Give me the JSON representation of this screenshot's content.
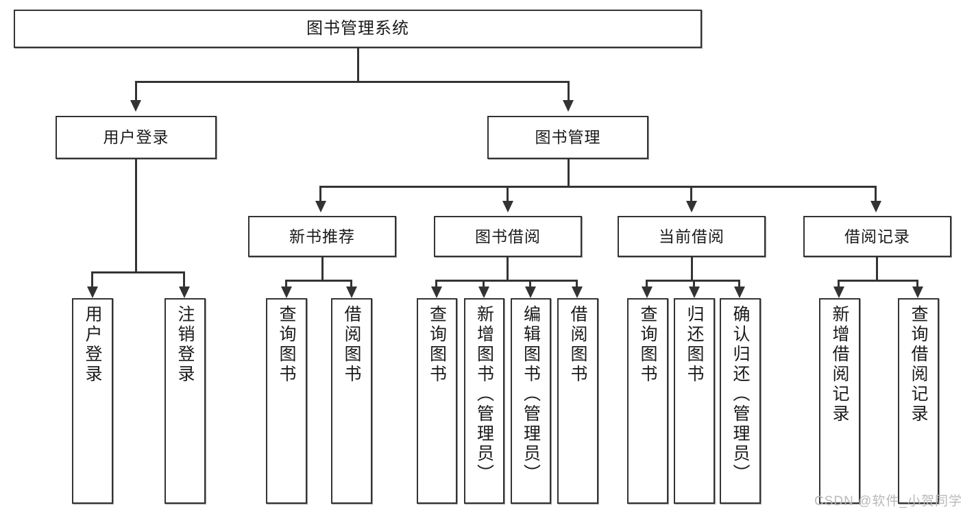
{
  "diagram": {
    "type": "tree",
    "title": "图书管理系统",
    "watermark": "CSDN @软件_小贺同学",
    "colors": {
      "box_border": "#333333",
      "box_fill": "#ffffff",
      "connector": "#333333",
      "text": "#1a1a1a",
      "watermark": "#b9b9b9"
    },
    "levels": {
      "root": {
        "label": "图书管理系统"
      },
      "level2": [
        {
          "label": "用户登录"
        },
        {
          "label": "图书管理"
        }
      ],
      "level3": [
        {
          "label": "新书推荐"
        },
        {
          "label": "图书借阅"
        },
        {
          "label": "当前借阅"
        },
        {
          "label": "借阅记录"
        }
      ],
      "leaves": {
        "user_login": [
          {
            "label": "用户登录"
          },
          {
            "label": "注销登录"
          }
        ],
        "new_book_recommend": [
          {
            "label": "查询图书"
          },
          {
            "label": "借阅图书"
          }
        ],
        "book_borrow": [
          {
            "label": "查询图书"
          },
          {
            "label": "新增图书（管理员）"
          },
          {
            "label": "编辑图书（管理员）"
          },
          {
            "label": "借阅图书"
          }
        ],
        "current_borrow": [
          {
            "label": "查询图书"
          },
          {
            "label": "归还图书"
          },
          {
            "label": "确认归还（管理员）"
          }
        ],
        "borrow_record": [
          {
            "label": "新增借阅记录"
          },
          {
            "label": "查询借阅记录"
          }
        ]
      }
    }
  }
}
